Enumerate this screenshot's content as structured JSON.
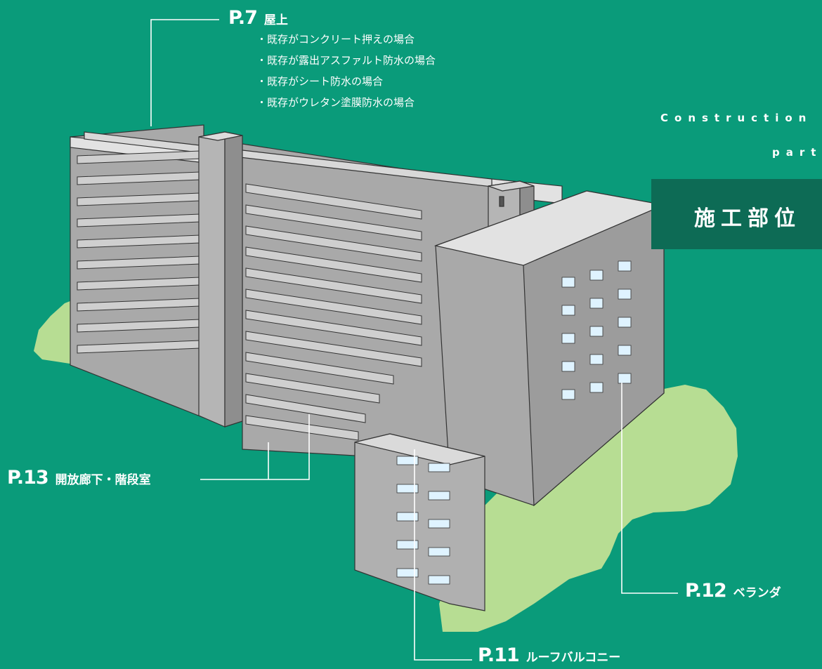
{
  "heading": {
    "en_line1": "Construction",
    "en_line2": "part",
    "jp_title": "施工部位"
  },
  "labels": {
    "roof": {
      "page": "P.7",
      "name": "屋上"
    },
    "roof_items": [
      "・既存がコンクリート押えの場合",
      "・既存が露出アスファルト防水の場合",
      "・既存がシート防水の場合",
      "・既存がウレタン塗膜防水の場合"
    ],
    "corridor": {
      "page": "P.13",
      "name": "開放廊下・階段室"
    },
    "balcony": {
      "page": "P.11",
      "name": "ルーフバルコニー"
    },
    "veranda": {
      "page": "P.12",
      "name": "ベランダ"
    }
  },
  "colors": {
    "background": "#0a9b7a",
    "title_box": "#0d6b55",
    "building": "#b8b8b8",
    "trees": "#b7dd93",
    "text": "#ffffff"
  }
}
